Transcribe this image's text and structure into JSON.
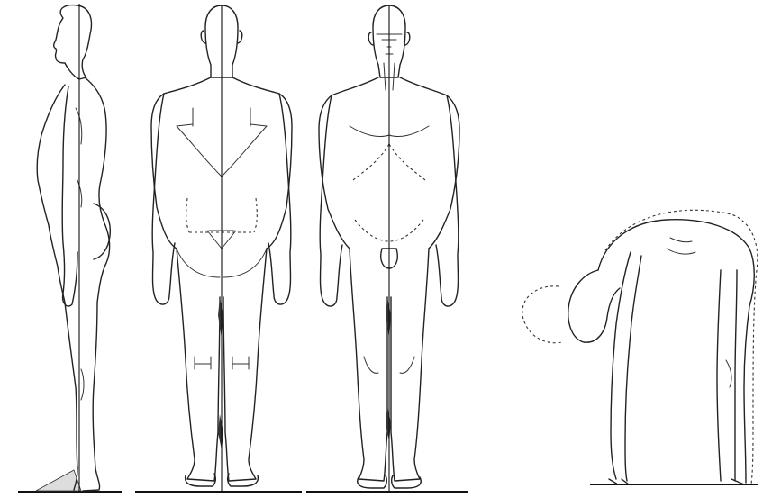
{
  "figure": {
    "views": [
      "side-view",
      "back-view",
      "front-view",
      "forward-bend-view"
    ],
    "line_color": "#222222",
    "background": "#ffffff"
  }
}
